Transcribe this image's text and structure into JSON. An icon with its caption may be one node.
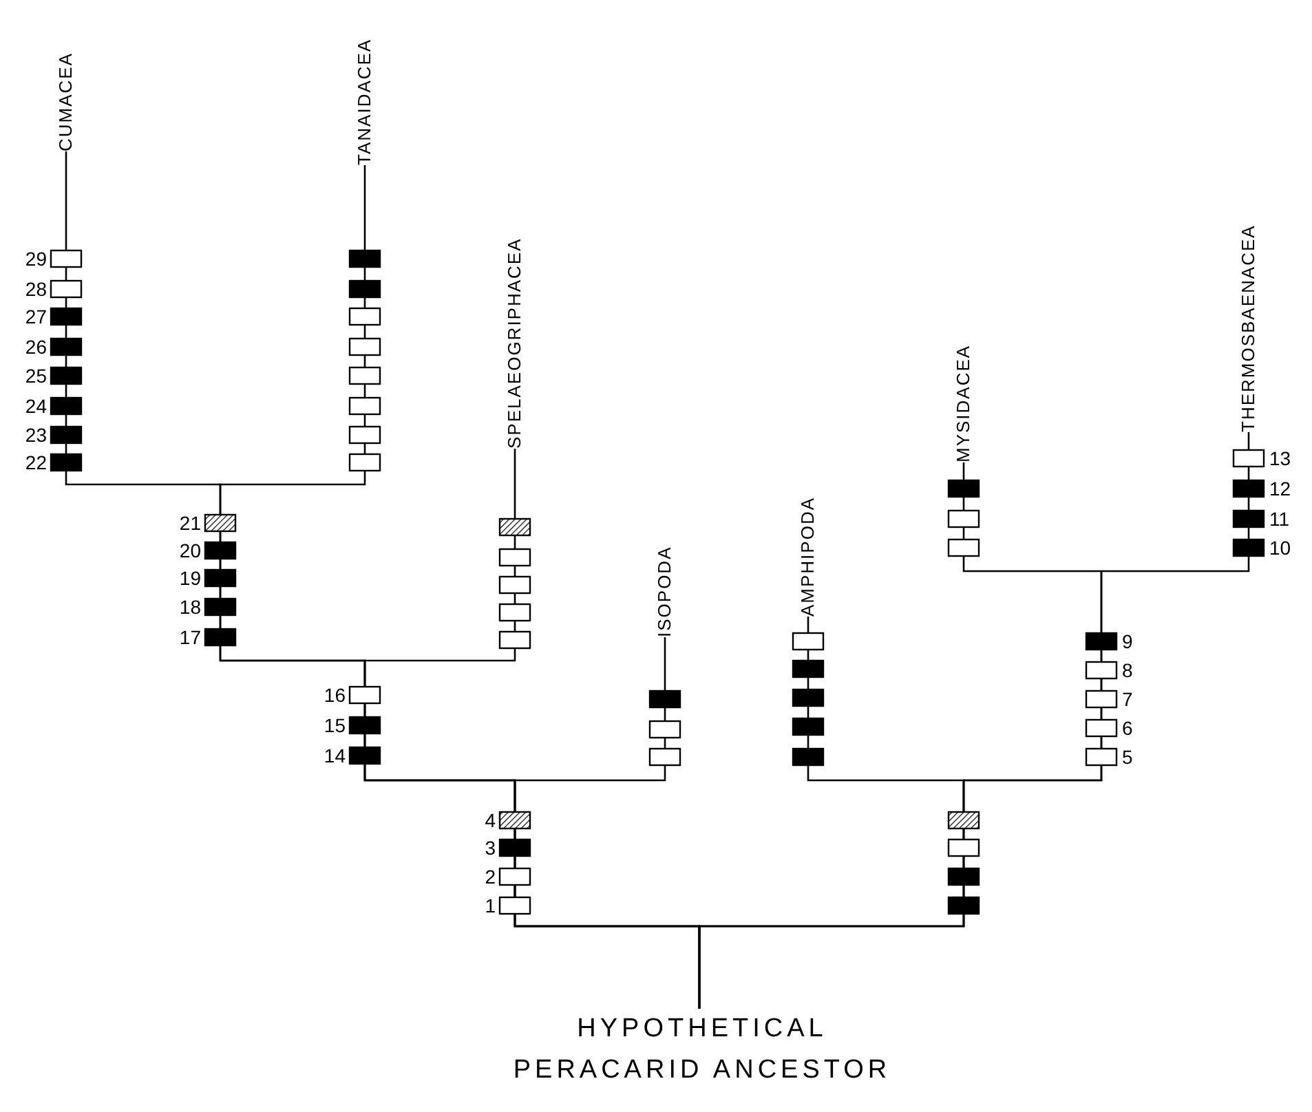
{
  "diagram": {
    "nodes": [
      {
        "text": [
          "CUMACEA"
        ]
      },
      {
        "text": [
          "TANAIDACEA"
        ]
      },
      {
        "text": [
          "SPELAEOGRIPHACEA"
        ]
      },
      {
        "text": [
          "ISOPODA"
        ]
      },
      {
        "text": [
          "AMPHIPODA"
        ]
      },
      {
        "text": [
          "MYSIDACEA"
        ]
      },
      {
        "text": [
          "THERMOSBAENACEA"
        ]
      },
      {
        "text": [
          "HYPOTHETICAL PERACARID ANCESTOR"
        ]
      }
    ],
    "edges": [
      {
        "from": 7,
        "to": 0,
        "arrow": "none"
      },
      {
        "from": 7,
        "to": 1,
        "arrow": "none"
      },
      {
        "from": 7,
        "to": 2,
        "arrow": "none"
      },
      {
        "from": 7,
        "to": 3,
        "arrow": "none"
      },
      {
        "from": 7,
        "to": 4,
        "arrow": "none"
      },
      {
        "from": 7,
        "to": 5,
        "arrow": "none"
      },
      {
        "from": 7,
        "to": 6,
        "arrow": "none"
      }
    ],
    "labels": [
      "29",
      "28",
      "27",
      "26",
      "25",
      "24",
      "23",
      "22",
      "21",
      "20",
      "19",
      "18",
      "17",
      "16",
      "15",
      "14",
      "4",
      "3",
      "2",
      "1",
      "13",
      "12",
      "11",
      "10",
      "9",
      "8",
      "7",
      "6",
      "5"
    ]
  }
}
